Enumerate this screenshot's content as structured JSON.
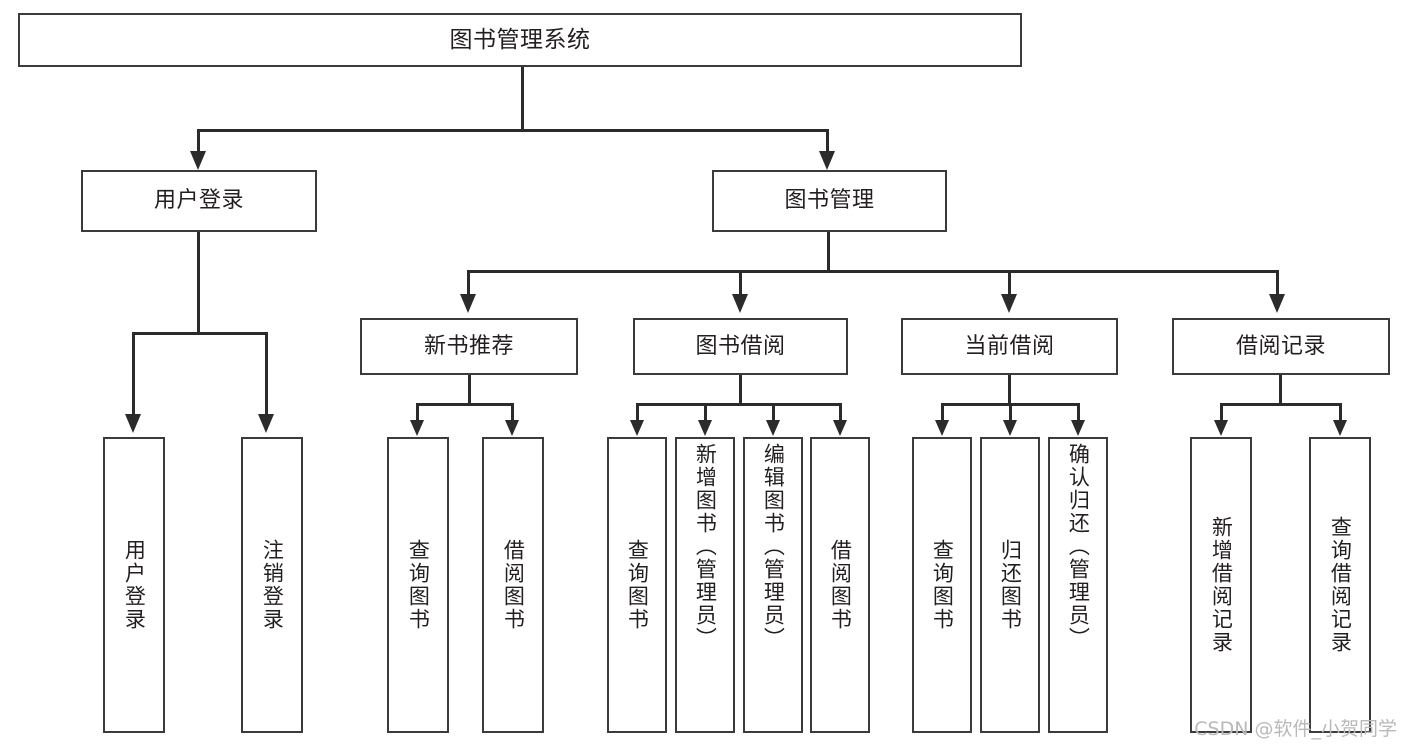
{
  "diagram": {
    "title": "图书管理系统",
    "type": "hierarchy-tree",
    "root": {
      "label": "图书管理系统"
    },
    "level2": [
      {
        "label": "用户登录"
      },
      {
        "label": "图书管理"
      }
    ],
    "level3": [
      {
        "label": "新书推荐"
      },
      {
        "label": "图书借阅"
      },
      {
        "label": "当前借阅"
      },
      {
        "label": "借阅记录"
      }
    ],
    "leaves": {
      "user_login": [
        {
          "label": "用户登录"
        },
        {
          "label": "注销登录"
        }
      ],
      "new_book_recommend": [
        {
          "label": "查询图书"
        },
        {
          "label": "借阅图书"
        }
      ],
      "book_borrow": [
        {
          "label": "查询图书"
        },
        {
          "label": "新增图书（管理员）"
        },
        {
          "label": "编辑图书（管理员）"
        },
        {
          "label": "借阅图书"
        }
      ],
      "current_borrow": [
        {
          "label": "查询图书"
        },
        {
          "label": "归还图书"
        },
        {
          "label": "确认归还（管理员）"
        }
      ],
      "borrow_record": [
        {
          "label": "新增借阅记录"
        },
        {
          "label": "查询借阅记录"
        }
      ]
    }
  },
  "watermark": {
    "text": "CSDN @软件_小贺同学"
  },
  "colors": {
    "stroke": "#3b3b3b",
    "connector": "#2b2b2b",
    "text": "#231f20",
    "background": "#ffffff",
    "watermark": "#b9b9b9"
  }
}
